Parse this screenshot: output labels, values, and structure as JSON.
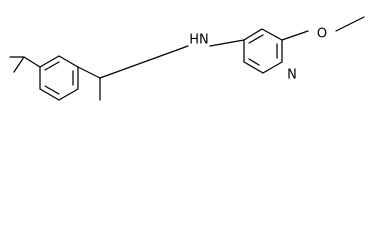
{
  "molecule": {
    "atoms": {
      "amine": "HN",
      "pyridine_nitrogen": "N",
      "ether_oxygen": "O"
    },
    "line_color": "#000000",
    "background": "#ffffff"
  }
}
